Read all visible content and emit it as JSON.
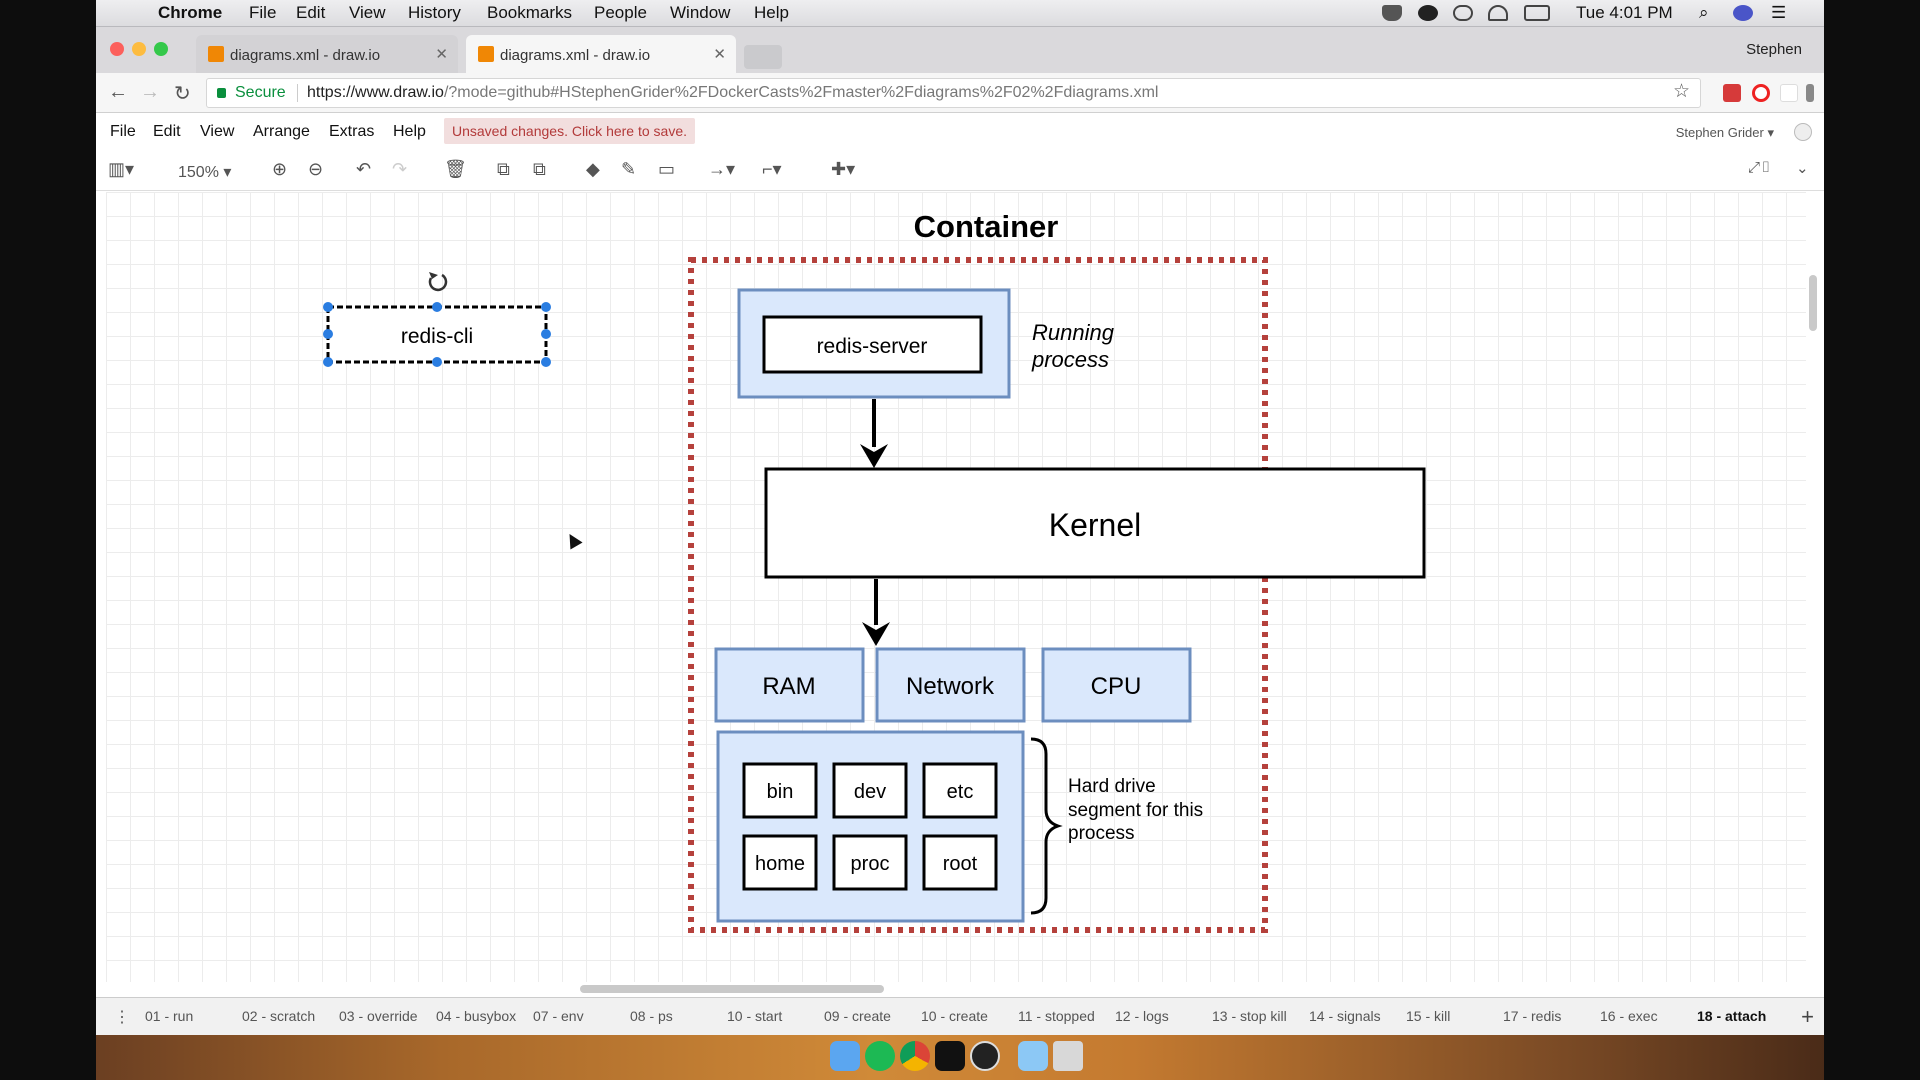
{
  "menubar": {
    "app": "Chrome",
    "items": [
      "File",
      "Edit",
      "View",
      "History",
      "Bookmarks",
      "People",
      "Window",
      "Help"
    ],
    "clock": "Tue 4:01 PM"
  },
  "browser": {
    "tabs": [
      {
        "title": "diagrams.xml - draw.io"
      },
      {
        "title": "diagrams.xml - draw.io"
      }
    ],
    "profile": "Stephen",
    "secure_label": "Secure",
    "url_host": "https://www.draw.io",
    "url_rest": "/?mode=github#HStephenGrider%2FDockerCasts%2Fmaster%2Fdiagrams%2F02%2Fdiagrams.xml"
  },
  "drawio": {
    "menu": [
      "File",
      "Edit",
      "View",
      "Arrange",
      "Extras",
      "Help"
    ],
    "unsaved": "Unsaved changes. Click here to save.",
    "user": "Stephen Grider",
    "zoom": "150%"
  },
  "diagram": {
    "title": "Container",
    "selected_box": "redis-cli",
    "server": "redis-server",
    "running_label": [
      "Running",
      "process"
    ],
    "kernel": "Kernel",
    "resources": [
      "RAM",
      "Network",
      "CPU"
    ],
    "folders": [
      "bin",
      "dev",
      "etc",
      "home",
      "proc",
      "root"
    ],
    "hd_label": [
      "Hard drive",
      "segment for this",
      "process"
    ],
    "colors": {
      "container_border": "#b5413c",
      "box_fill": "#dae8fc",
      "box_border": "#6c8ebf",
      "handle": "#2a7de1"
    }
  },
  "pages": {
    "tabs": [
      "01 - run",
      "02 - scratch",
      "03 - override",
      "04 - busybox",
      "07 - env",
      "08 - ps",
      "10 - start",
      "09 - create",
      "10 - create",
      "11 - stopped",
      "12 - logs",
      "13 - stop kill",
      "14 - signals",
      "15 - kill",
      "17 - redis",
      "16 - exec",
      "18 - attach"
    ],
    "active": "18 - attach"
  }
}
